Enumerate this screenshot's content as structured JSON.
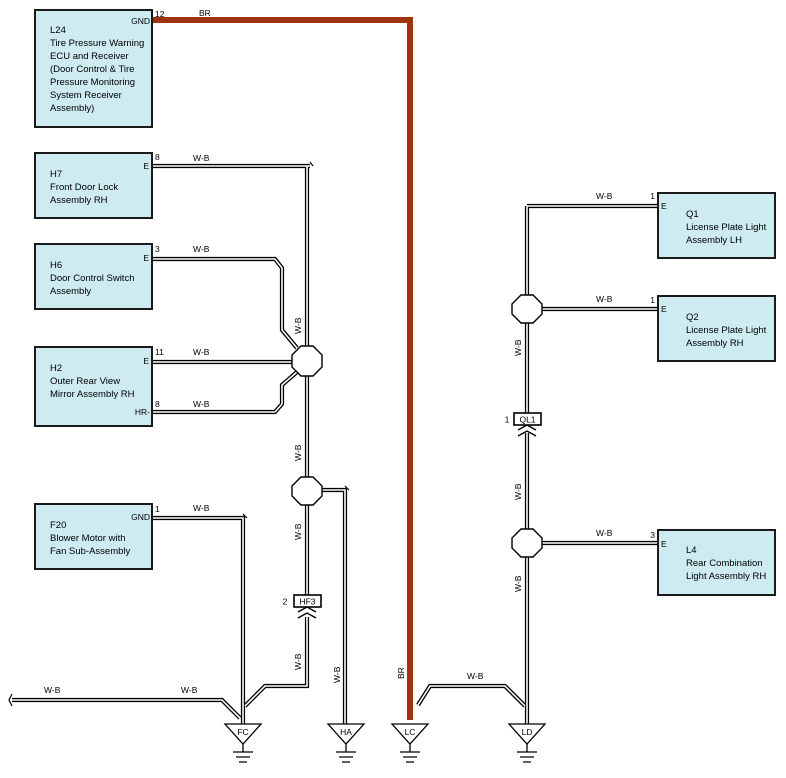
{
  "colors": {
    "box_fill": "#cdebf1",
    "box_stroke": "#1a1a1a",
    "wire_wb": "#000000",
    "wire_br": "#a0330f"
  },
  "components": [
    {
      "id": "L24",
      "lines": [
        "L24",
        "Tire Pressure Warning",
        "ECU and Receiver",
        "(Door Control & Tire",
        "Pressure Monitoring",
        "System Receiver",
        "Assembly)"
      ],
      "pins": [
        {
          "name": "GND",
          "number": "12"
        }
      ]
    },
    {
      "id": "H7",
      "lines": [
        "H7",
        "Front Door Lock",
        "Assembly RH"
      ],
      "pins": [
        {
          "name": "E",
          "number": "8"
        }
      ]
    },
    {
      "id": "H6",
      "lines": [
        "H6",
        "Door Control Switch",
        "Assembly"
      ],
      "pins": [
        {
          "name": "E",
          "number": "3"
        }
      ]
    },
    {
      "id": "H2",
      "lines": [
        "H2",
        "Outer Rear View",
        "Mirror Assembly RH"
      ],
      "pins": [
        {
          "name": "E",
          "number": "11"
        },
        {
          "name": "HR-",
          "number": "8"
        }
      ]
    },
    {
      "id": "F20",
      "lines": [
        "F20",
        "Blower Motor with",
        "Fan Sub-Assembly"
      ],
      "pins": [
        {
          "name": "GND",
          "number": "1"
        }
      ]
    },
    {
      "id": "Q1",
      "lines": [
        "Q1",
        "License Plate Light",
        "Assembly LH"
      ],
      "pins": [
        {
          "name": "E",
          "number": "1"
        }
      ]
    },
    {
      "id": "Q2",
      "lines": [
        "Q2",
        "License Plate Light",
        "Assembly RH"
      ],
      "pins": [
        {
          "name": "E",
          "number": "1"
        }
      ]
    },
    {
      "id": "L4",
      "lines": [
        "L4",
        "Rear Combination",
        "Light Assembly RH"
      ],
      "pins": [
        {
          "name": "E",
          "number": "3"
        }
      ]
    }
  ],
  "wire_labels": [
    "BR",
    "W-B"
  ],
  "connectors": [
    {
      "name": "HF3",
      "pin": "2"
    },
    {
      "name": "QL1",
      "pin": "1"
    }
  ],
  "grounds": [
    "FC",
    "HA",
    "LC",
    "LD"
  ]
}
